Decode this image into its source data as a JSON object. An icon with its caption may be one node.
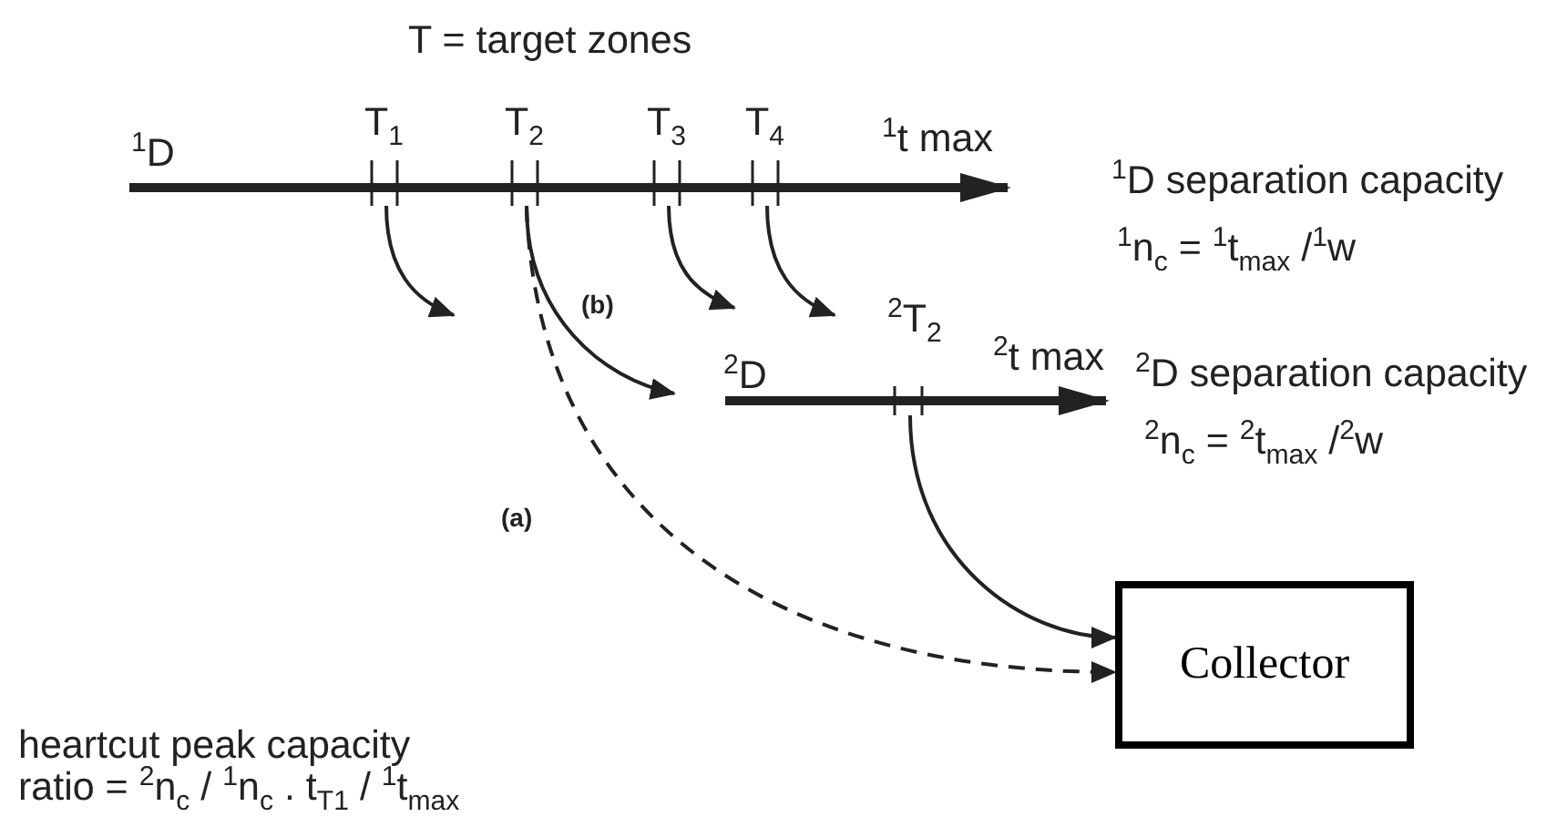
{
  "diagram": {
    "nodes": [
      {
        "text": [
          "T$_{1}$"
        ]
      },
      {
        "text": [
          "T$_{2}$"
        ]
      },
      {
        "text": [
          "T$_{3}$"
        ]
      },
      {
        "text": [
          "T$_{4}$"
        ]
      },
      {
        "text": [
          "$^{2}$T$_{2}$"
        ]
      },
      {
        "text": [
          "Collector"
        ]
      }
    ],
    "edges": [
      {
        "from": 0,
        "to": null,
        "arrow": "to"
      },
      {
        "from": 1,
        "to": null,
        "arrow": "to",
        "label": "(b)"
      },
      {
        "from": 2,
        "to": null,
        "arrow": "to"
      },
      {
        "from": 3,
        "to": null,
        "arrow": "to"
      },
      {
        "from": 1,
        "to": 5,
        "arrow": "to",
        "label": "(a)",
        "style": "dashed"
      },
      {
        "from": 4,
        "to": 5,
        "arrow": "to"
      }
    ],
    "labels": [
      "T = target zones",
      "$^{1}$D",
      "$^{1}$t max",
      "$^{1}$D separation capacity",
      "$^{1}$n$_{c}$ = $^{1}$t$_{max}$ /$^{1}$w",
      "$^{2}$D",
      "$^{2}$t max",
      "$^{2}$D separation capacity",
      "$^{2}$n$_{c}$ = $^{2}$t$_{max}$ /$^{2}$w",
      "heartcut peak capacity",
      "ratio = $^{2}$n$_{c}$ / $^{1}$n$_{c}$ . t$_{T1}$ / $^{1}$t$_{max}$"
    ]
  }
}
